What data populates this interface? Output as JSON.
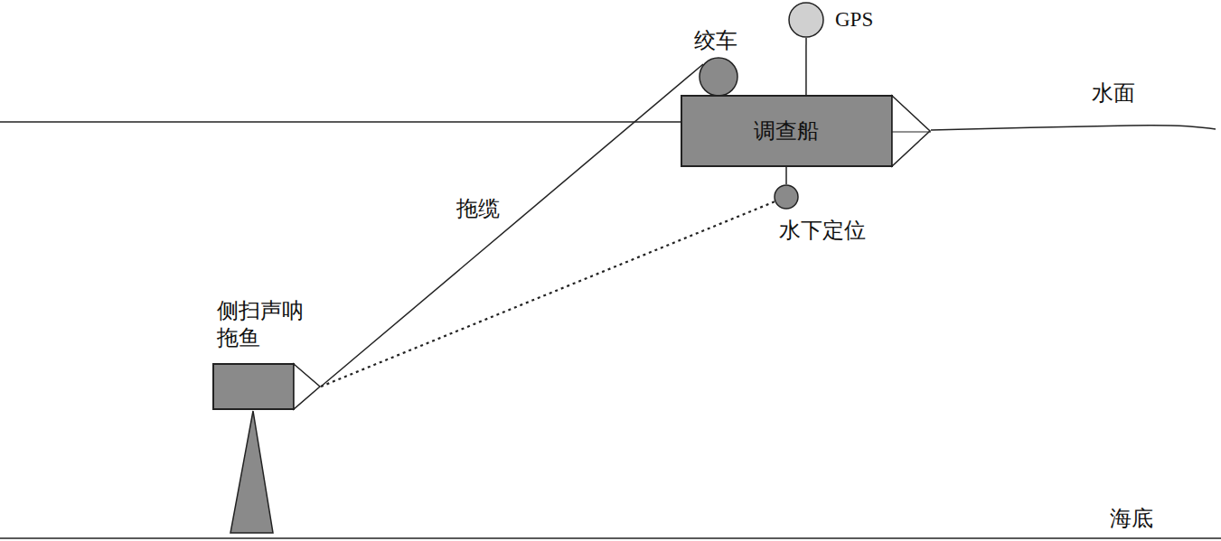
{
  "diagram": {
    "nodes": [
      {
        "text": [
          "绞车"
        ]
      },
      {
        "text": [
          "GPS"
        ]
      },
      {
        "text": [
          "调查船"
        ]
      },
      {
        "text": [
          "水下定位"
        ]
      },
      {
        "text": [
          "侧扫声呐 拖鱼"
        ]
      }
    ],
    "edges": [
      {
        "from": 0,
        "to": 4,
        "label": "拖缆",
        "arrow": "none"
      },
      {
        "from": 1,
        "to": 2,
        "arrow": "none"
      },
      {
        "from": 2,
        "to": 3,
        "arrow": "none"
      },
      {
        "from": 4,
        "to": 3,
        "arrow": "none"
      }
    ],
    "labels": [
      "水面",
      "海底"
    ]
  }
}
